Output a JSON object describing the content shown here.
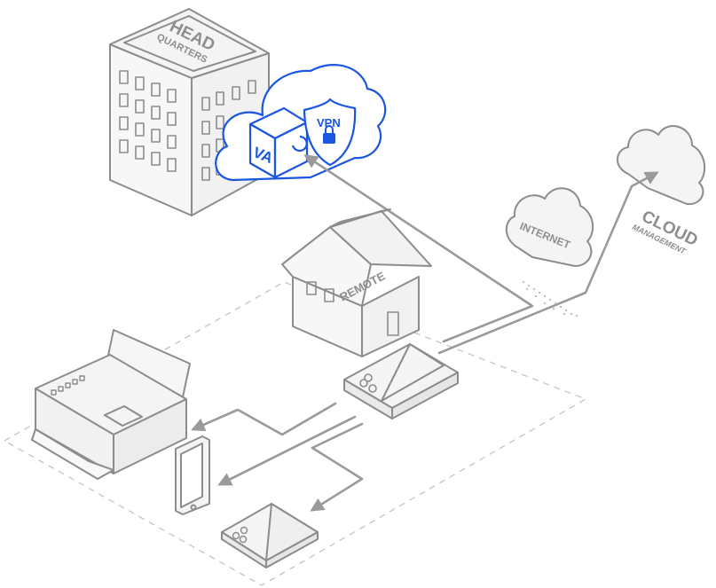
{
  "labels": {
    "headquarters_line1": "HEAD",
    "headquarters_line2": "QUARTERS",
    "remote": "REMOTE",
    "internet": "INTERNET",
    "cloud_line1": "CLOUD",
    "cloud_line2": "MANAGEMENT",
    "vpn": "VPN",
    "va": "VA"
  },
  "colors": {
    "line": "#9a9a9a",
    "stroke": "#8c8c8c",
    "accent": "#1a56e0",
    "fill": "#f4f4f4"
  },
  "icons": [
    "building-icon",
    "cloud-icon",
    "virtual-appliance-cube-icon",
    "vpn-shield-lock-icon",
    "house-icon",
    "router-icon",
    "printer-icon",
    "smartphone-icon",
    "access-point-icon"
  ]
}
